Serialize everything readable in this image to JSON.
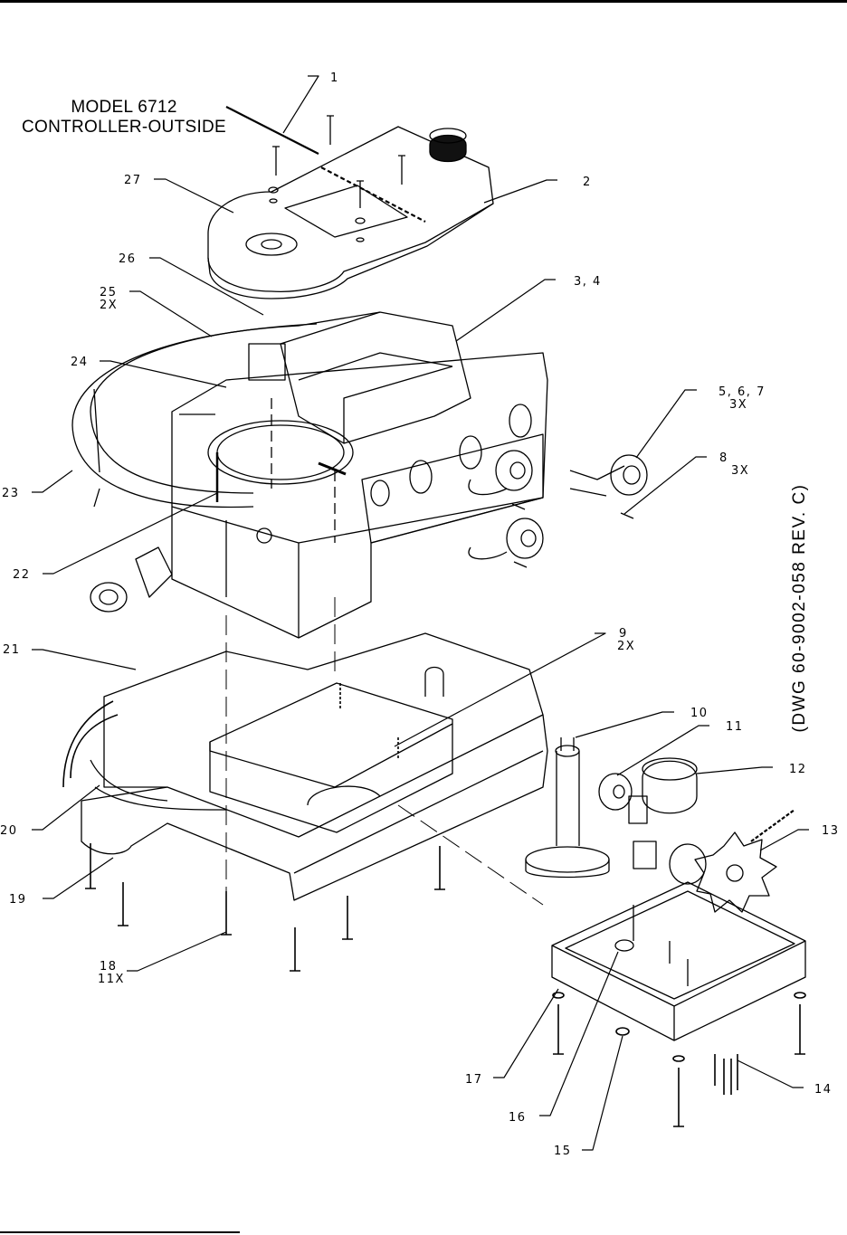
{
  "title": {
    "line1": "MODEL  6712",
    "line2": "CONTROLLER-OUTSIDE"
  },
  "drawing_number": "(DWG  60-9002-058  REV.  C)",
  "callouts": [
    {
      "id": "c1",
      "label": "1",
      "qty": ""
    },
    {
      "id": "c2",
      "label": "2",
      "qty": ""
    },
    {
      "id": "c3",
      "label": "3,  4",
      "qty": ""
    },
    {
      "id": "c5",
      "label": "5,  6,  7",
      "qty": "3X"
    },
    {
      "id": "c8",
      "label": "8",
      "qty": "3X"
    },
    {
      "id": "c9",
      "label": "9",
      "qty": "2X"
    },
    {
      "id": "c10",
      "label": "10",
      "qty": ""
    },
    {
      "id": "c11",
      "label": "11",
      "qty": ""
    },
    {
      "id": "c12",
      "label": "12",
      "qty": ""
    },
    {
      "id": "c13",
      "label": "13",
      "qty": ""
    },
    {
      "id": "c14",
      "label": "14",
      "qty": ""
    },
    {
      "id": "c15",
      "label": "15",
      "qty": ""
    },
    {
      "id": "c16",
      "label": "16",
      "qty": ""
    },
    {
      "id": "c17",
      "label": "17",
      "qty": ""
    },
    {
      "id": "c18",
      "label": "18",
      "qty": "11X"
    },
    {
      "id": "c19",
      "label": "19",
      "qty": ""
    },
    {
      "id": "c20",
      "label": "20",
      "qty": ""
    },
    {
      "id": "c21",
      "label": "21",
      "qty": ""
    },
    {
      "id": "c22",
      "label": "22",
      "qty": ""
    },
    {
      "id": "c23",
      "label": "23",
      "qty": ""
    },
    {
      "id": "c24",
      "label": "24",
      "qty": ""
    },
    {
      "id": "c25",
      "label": "25",
      "qty": "2X"
    },
    {
      "id": "c26",
      "label": "26",
      "qty": ""
    },
    {
      "id": "c27",
      "label": "27",
      "qty": ""
    }
  ]
}
